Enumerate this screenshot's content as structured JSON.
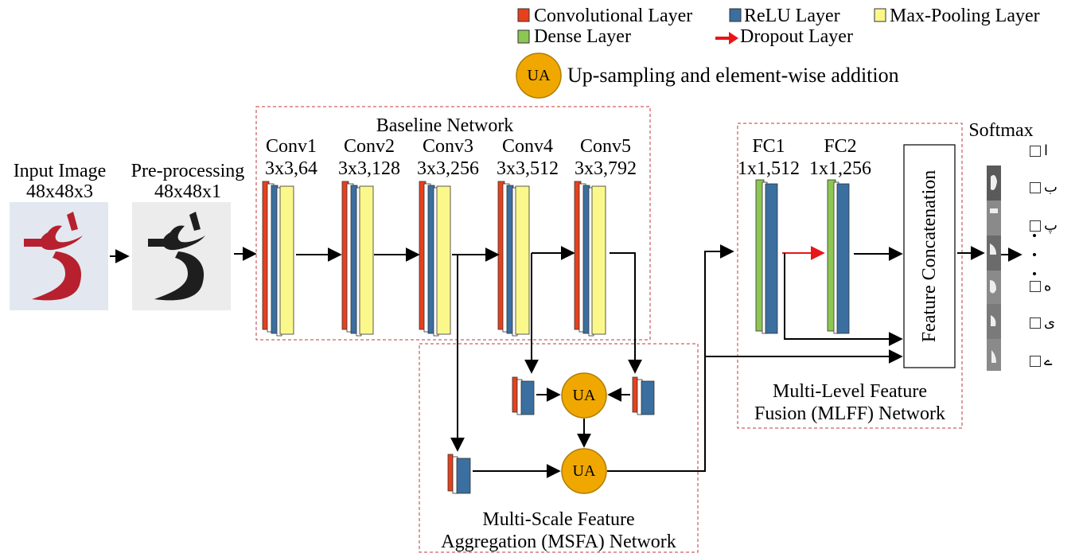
{
  "legend": {
    "conv": "Convolutional Layer",
    "relu": "ReLU Layer",
    "pool": "Max-Pooling Layer",
    "dense": "Dense Layer",
    "dropout": "Dropout Layer",
    "ua_badge": "UA",
    "ua_desc": "Up-sampling and element-wise addition"
  },
  "colors": {
    "conv": "#e8401c",
    "relu": "#3a6fa0",
    "pool": "#fbf88b",
    "dense": "#8cc653",
    "dropout": "#e8151a",
    "ua": "#f0a800",
    "box_border": "#c0393b"
  },
  "input": {
    "title": "Input Image",
    "size": "48x48x3"
  },
  "preprocess": {
    "title": "Pre-processing",
    "size": "48x48x1"
  },
  "baseline": {
    "title": "Baseline Network",
    "layers": [
      {
        "name": "Conv1",
        "spec": "3x3,64"
      },
      {
        "name": "Conv2",
        "spec": "3x3,128"
      },
      {
        "name": "Conv3",
        "spec": "3x3,256"
      },
      {
        "name": "Conv4",
        "spec": "3x3,512"
      },
      {
        "name": "Conv5",
        "spec": "3x3,792"
      }
    ]
  },
  "msfa": {
    "title_line1": "Multi-Scale Feature",
    "title_line2": "Aggregation (MSFA) Network",
    "ua_label": "UA"
  },
  "mlff": {
    "title_line1": "Multi-Level Feature",
    "title_line2": "Fusion (MLFF) Network",
    "fc1": {
      "name": "FC1",
      "spec": "1x1,512"
    },
    "fc2": {
      "name": "FC2",
      "spec": "1x1,256"
    },
    "concat": "Feature Concatenation"
  },
  "softmax": {
    "title": "Softmax",
    "classes": [
      "ا",
      "ب",
      "پ",
      "ه",
      "ی",
      "ے"
    ]
  }
}
